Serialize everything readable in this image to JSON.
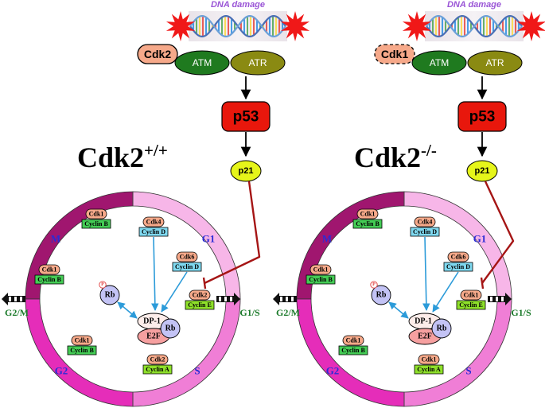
{
  "colors": {
    "phase_M": "#A0166F",
    "phase_G2": "#E52DB9",
    "phase_G1": "#F7B6E8",
    "phase_S": "#F07ED6",
    "cdk_fill": "#F6A98A",
    "cyclin_b": "#44CC55",
    "cyclin_d": "#7FD9F0",
    "cyclin_e": "#8EE02A",
    "cyclin_a": "#8EE02A",
    "atm": "#1F7A1F",
    "atr": "#8A8A12",
    "p53": "#E8170C",
    "p21": "#E6F51A",
    "rb": "#C3C3F5",
    "arrow_blue": "#2C9BD9",
    "inhibit": "#A51515",
    "star": "#F01818",
    "dna_label": "#9A55D6"
  },
  "panels": [
    {
      "title_base": "Cdk2",
      "title_sup": "+/+",
      "dna_label": "DNA damage",
      "kinase_label": "Cdk2",
      "kinase_dashed": false,
      "atm_label": "ATM",
      "atr_label": "ATR",
      "p53_label": "p53",
      "p21_label": "p21",
      "phases": {
        "m": "M",
        "g1": "G1",
        "g2": "G2",
        "s": "S"
      },
      "checkpoints": {
        "g2m": "G2/M",
        "g1s": "G1/S"
      },
      "complexes": {
        "m": {
          "cdk": "Cdk1",
          "cyclin": "Cyclin B"
        },
        "g2m": {
          "cdk": "Cdk1",
          "cyclin": "Cyclin B"
        },
        "g2": {
          "cdk": "Cdk1",
          "cyclin": "Cyclin B"
        },
        "cdk4": {
          "cdk": "Cdk4",
          "cyclin": "Cyclin D"
        },
        "cdk6": {
          "cdk": "Cdk6",
          "cyclin": "Cyclin D"
        },
        "g1s": {
          "cdk": "Cdk2",
          "cyclin": "Cyclin E"
        },
        "s": {
          "cdk": "Cdk2",
          "cyclin": "Cyclin A"
        }
      },
      "rb_label": "Rb",
      "p_label": "P",
      "dp1_label": "DP-1",
      "e2f_label": "E2F"
    },
    {
      "title_base": "Cdk2",
      "title_sup": "-/-",
      "dna_label": "DNA damage",
      "kinase_label": "Cdk1",
      "kinase_dashed": true,
      "atm_label": "ATM",
      "atr_label": "ATR",
      "p53_label": "p53",
      "p21_label": "p21",
      "phases": {
        "m": "M",
        "g1": "G1",
        "g2": "G2",
        "s": "S"
      },
      "checkpoints": {
        "g2m": "G2/M",
        "g1s": "G1/S"
      },
      "complexes": {
        "m": {
          "cdk": "Cdk1",
          "cyclin": "Cyclin B"
        },
        "g2m": {
          "cdk": "Cdk1",
          "cyclin": "Cyclin B"
        },
        "g2": {
          "cdk": "Cdk1",
          "cyclin": "Cyclin B"
        },
        "cdk4": {
          "cdk": "Cdk4",
          "cyclin": "Cyclin D"
        },
        "cdk6": {
          "cdk": "Cdk6",
          "cyclin": "Cyclin D"
        },
        "g1s": {
          "cdk": "Cdk1",
          "cyclin": "Cyclin E"
        },
        "s": {
          "cdk": "Cdk1",
          "cyclin": "Cyclin A"
        }
      },
      "rb_label": "Rb",
      "p_label": "P",
      "dp1_label": "DP-1",
      "e2f_label": "E2F"
    }
  ]
}
